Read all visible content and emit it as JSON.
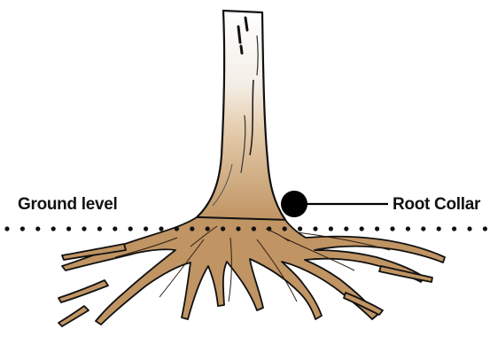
{
  "labels": {
    "ground_level": "Ground level",
    "root_collar": "Root Collar"
  },
  "colors": {
    "root_fill": "#c09463",
    "root_dark": "#9c7346",
    "trunk_fill": "#f2ece4",
    "outline": "#111111",
    "marker": "#000000",
    "ground_dots": "#111111"
  },
  "icons": {
    "collar_marker": "filled-circle",
    "ground_line": "dotted-line"
  }
}
